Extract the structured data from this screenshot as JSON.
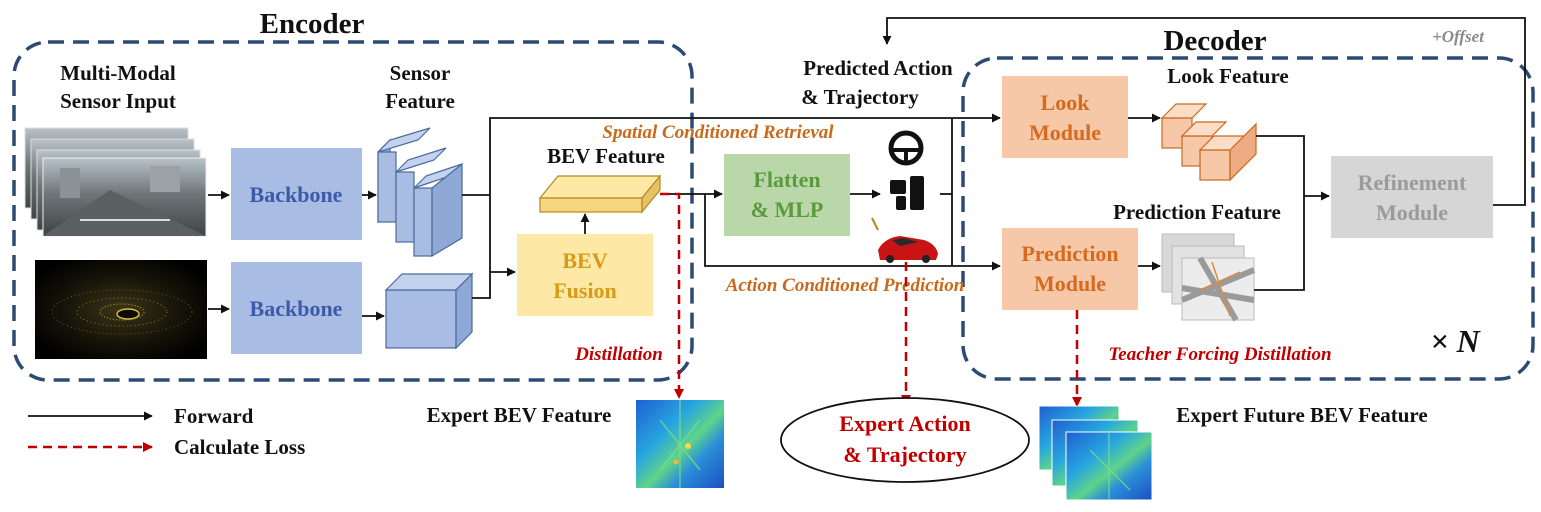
{
  "encoder": {
    "title": "Encoder",
    "input_label": [
      "Multi-Modal",
      "Sensor Input"
    ],
    "sensor_feature_label": [
      "Sensor",
      "Feature"
    ],
    "backbone_camera": "Backbone",
    "backbone_lidar": "Backbone",
    "bev_feature_label": "BEV Feature",
    "bev_fusion": [
      "BEV",
      "Fusion"
    ]
  },
  "middle": {
    "flatten_mlp": [
      "Flatten",
      "& MLP"
    ],
    "predicted_label": [
      "Predicted Action",
      "& Trajectory"
    ],
    "spatial_retrieval": "Spatial Conditioned Retrieval",
    "action_prediction": "Action Conditioned Prediction",
    "distillation": "Distillation"
  },
  "decoder": {
    "title": "Decoder",
    "offset": "+Offset",
    "look_feature_label": "Look Feature",
    "look_module": [
      "Look",
      "Module"
    ],
    "prediction_feature_label": "Prediction Feature",
    "prediction_module": [
      "Prediction",
      "Module"
    ],
    "refinement_module": [
      "Refinement",
      "Module"
    ],
    "repeat": "× N",
    "teacher_forcing": "Teacher Forcing Distillation"
  },
  "expert": {
    "bev_feature": "Expert BEV Feature",
    "action_trajectory": [
      "Expert Action",
      "& Trajectory"
    ],
    "future_bev": "Expert Future BEV Feature"
  },
  "legend": {
    "forward": "Forward",
    "loss": "Calculate Loss"
  },
  "colors": {
    "dashed_box": "#2c4a74",
    "backbone": "#a9bde4",
    "backbone_text": "#3b5ba8",
    "bev_fusion": "#fde8a6",
    "bev_fusion_text": "#d99a16",
    "flatten": "#b9d7a9",
    "flatten_text": "#5a9a3c",
    "module": "#f6c8a8",
    "module_text": "#d66a1f",
    "refinement": "#d6d6d6",
    "refinement_text": "#9a9a9a",
    "orange_text": "#c8691c",
    "loss_red": "#c00000"
  }
}
